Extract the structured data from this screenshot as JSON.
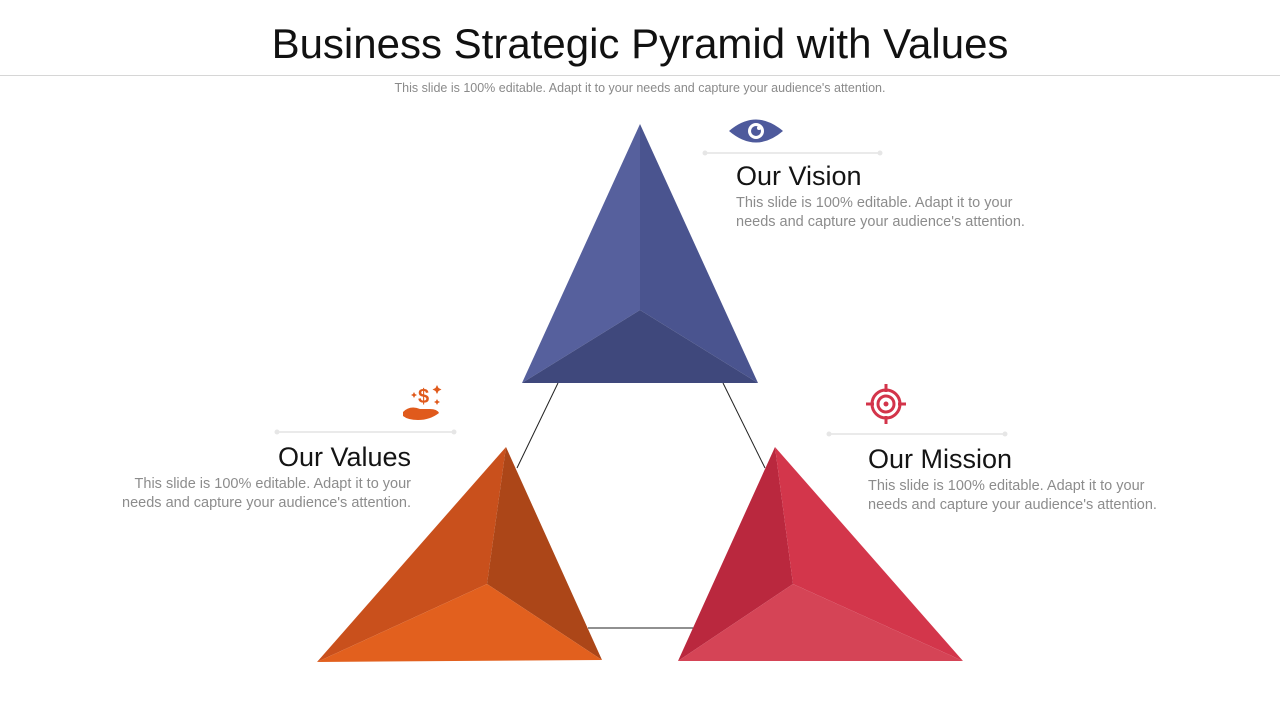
{
  "header": {
    "title": "Business Strategic Pyramid with Values",
    "subtitle": "This slide is 100% editable. Adapt it to your needs and capture your audience's attention."
  },
  "sections": {
    "vision": {
      "title": "Our Vision",
      "desc_line1": "This slide is 100% editable. Adapt it to your",
      "desc_line2": "needs and capture your audience's attention.",
      "icon": "eye-icon",
      "color": "#4e5a9c"
    },
    "values": {
      "title": "Our Values",
      "desc_line1": "This slide is 100% editable. Adapt it to your",
      "desc_line2": "needs and capture your audience's attention.",
      "icon": "money-hand-icon",
      "color": "#e05a1c"
    },
    "mission": {
      "title": "Our Mission",
      "desc_line1": "This slide is 100% editable. Adapt it to your",
      "desc_line2": "needs and capture your audience's attention.",
      "icon": "target-icon",
      "color": "#d3344a"
    }
  }
}
